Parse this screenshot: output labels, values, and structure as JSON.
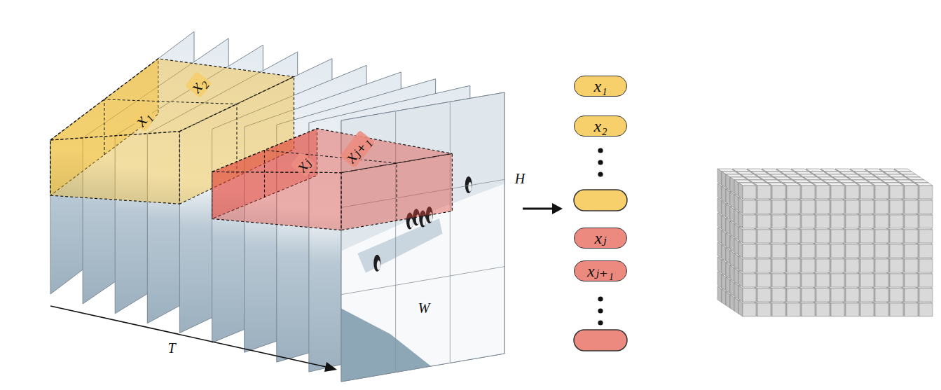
{
  "diagram": {
    "nodes": [
      {
        "text": [
          "x₁"
        ]
      },
      {
        "text": [
          "x₂"
        ]
      },
      {
        "text": [
          "xⱼ"
        ]
      },
      {
        "text": [
          "xⱼ₊₁"
        ]
      }
    ],
    "labels": [
      "x₁",
      "x₂",
      "xⱼ",
      "xⱼ₊₁",
      "H",
      "W",
      "T"
    ]
  }
}
